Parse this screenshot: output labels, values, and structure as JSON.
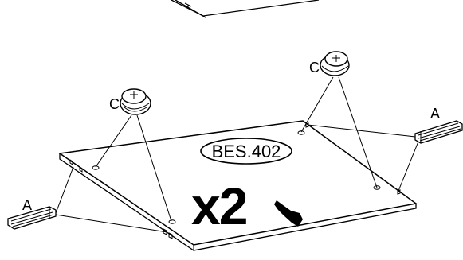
{
  "diagram": {
    "labels": {
      "part_a": "A",
      "part_c": "C",
      "part_code": "BES.402",
      "quantity": "x2"
    }
  }
}
